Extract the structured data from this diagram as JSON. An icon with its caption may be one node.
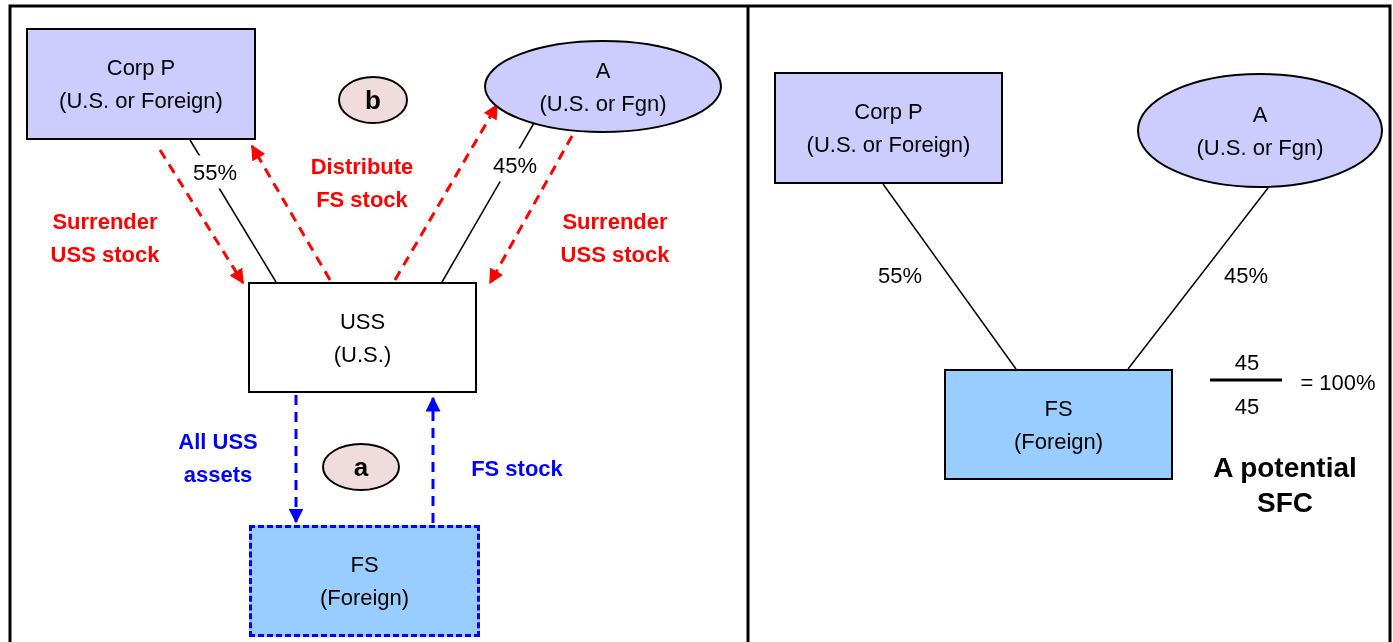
{
  "diagram": {
    "nodes": [
      {
        "text": [
          "Corp P",
          "(U.S. or Foreign)"
        ]
      },
      {
        "text": [
          "b"
        ]
      },
      {
        "text": [
          "A",
          "(U.S. or Fgn)"
        ]
      },
      {
        "text": [
          "USS",
          "(U.S.)"
        ]
      },
      {
        "text": [
          "a"
        ]
      },
      {
        "text": [
          "FS",
          "(Foreign)"
        ]
      },
      {
        "text": [
          "Corp P",
          "(U.S. or Foreign)"
        ]
      },
      {
        "text": [
          "A",
          "(U.S. or Fgn)"
        ]
      },
      {
        "text": [
          "FS",
          "(Foreign)"
        ]
      }
    ],
    "edges": [
      {
        "from": 0,
        "to": 3,
        "arrow": "none",
        "label": "55%"
      },
      {
        "from": 2,
        "to": 3,
        "arrow": "none",
        "label": "45%"
      },
      {
        "from": 0,
        "to": 3,
        "arrow": "to",
        "style": "dashed",
        "color": "#ff0000",
        "label": "Surrender USS stock"
      },
      {
        "from": 3,
        "to": 0,
        "arrow": "to",
        "style": "dashed",
        "color": "#ff0000"
      },
      {
        "from": 3,
        "to": 2,
        "arrow": "to",
        "style": "dashed",
        "color": "#ff0000"
      },
      {
        "from": 2,
        "to": 3,
        "arrow": "to",
        "style": "dashed",
        "color": "#ff0000",
        "label": "Surrender USS stock"
      },
      {
        "from": 3,
        "to": 5,
        "arrow": "to",
        "style": "dashed",
        "color": "#0000ff",
        "label": "All USS assets"
      },
      {
        "from": 5,
        "to": 3,
        "arrow": "to",
        "style": "dashed",
        "color": "#0000ff",
        "label": "FS stock"
      },
      {
        "from": 6,
        "to": 8,
        "arrow": "none",
        "label": "55%"
      },
      {
        "from": 7,
        "to": 8,
        "arrow": "none",
        "label": "45%"
      }
    ],
    "labels": [
      "Distribute FS stock",
      "45",
      "45",
      "= 100%",
      "A potential SFC"
    ]
  }
}
